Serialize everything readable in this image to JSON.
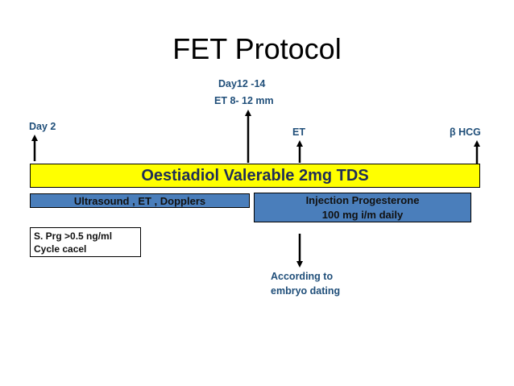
{
  "title": "FET Protocol",
  "markers": {
    "day2": "Day 2",
    "day12_line1": "Day12 -14",
    "day12_line2": "ET 8- 12 mm",
    "et": "ET",
    "bhcg": "β HCG"
  },
  "bars": {
    "estradiol": "Oestiadiol Valerable 2mg TDS",
    "ultrasound": "Ultrasound , ET , Dopplers",
    "progesterone_line1": "Injection Progesterone",
    "progesterone_line2": "100 mg i/m daily"
  },
  "note_box": {
    "line1": "S. Prg >0.5 ng/ml",
    "line2": "Cycle cacel"
  },
  "bottom_note": {
    "line1": "According to",
    "line2": "embryo dating"
  }
}
